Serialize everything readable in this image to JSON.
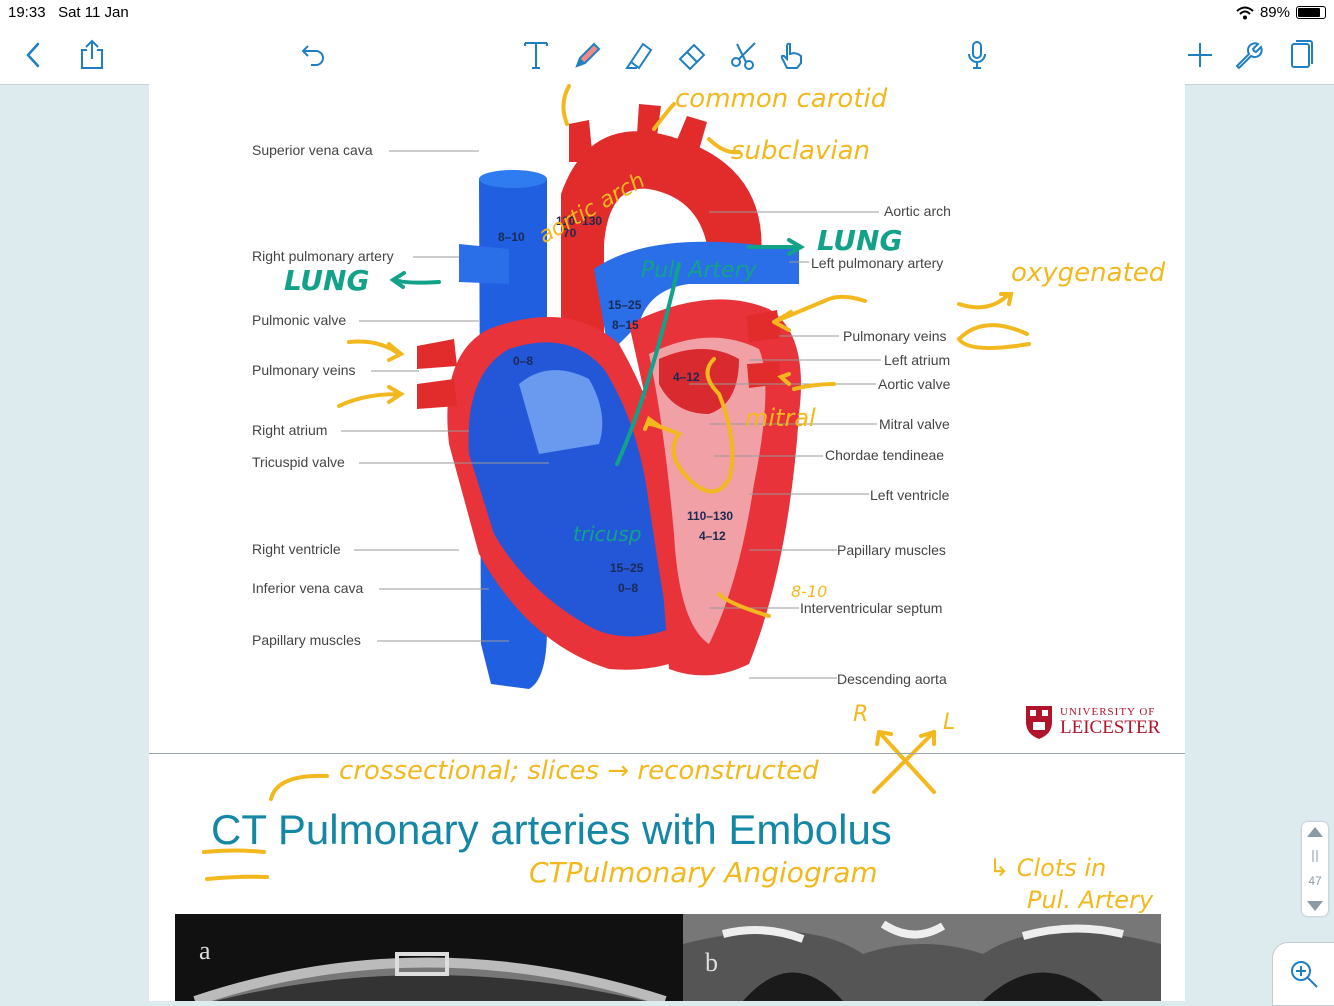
{
  "status": {
    "time": "19:33",
    "date": "Sat 11 Jan",
    "battery": "89%",
    "battery_fraction": 0.89
  },
  "toolbar": {
    "left": [
      "back-icon",
      "share-icon",
      "undo-icon"
    ],
    "tools": [
      "text-tool-icon",
      "pen-icon",
      "highlighter-icon",
      "eraser-icon",
      "lasso-scissors-icon",
      "hand-gesture-icon",
      "microphone-icon"
    ],
    "right": [
      "add-page-icon",
      "settings-wrench-icon",
      "page-view-icon"
    ]
  },
  "diagram": {
    "left_labels": [
      "Superior vena cava",
      "Right pulmonary artery",
      "Pulmonic valve",
      "Pulmonary veins",
      "Right atrium",
      "Tricuspid valve",
      "Right ventricle",
      "Inferior vena cava",
      "Papillary muscles"
    ],
    "right_labels": [
      "Aortic arch",
      "Left pulmonary artery",
      "Pulmonary veins",
      "Left atrium",
      "Aortic valve",
      "Mitral valve",
      "Chordae tendineae",
      "Left ventricle",
      "Papillary muscles",
      "Interventricular septum",
      "Descending aorta"
    ],
    "pressures": [
      "8–10",
      "110–130",
      "70",
      "15–25",
      "8–15",
      "0–8",
      "4–12",
      "110–130",
      "4–12",
      "15–25",
      "0–8"
    ]
  },
  "annotations": {
    "common_carotid": "common carotid",
    "subclavian": "subclavian",
    "aortic_arch": "aortic arch",
    "lung_right": "LUNG",
    "lung_left": "LUNG",
    "pul_artery": "Pul. Artery",
    "oxygenated": "oxygenated",
    "mitral": "mitral",
    "tricusp": "tricusp",
    "pressure_8_10": "8-10",
    "R": "R",
    "L": "L",
    "crossectional": "crossectional; slices → reconstructed",
    "ct_angiogram": "CTPulmonary Angiogram",
    "clots_line1": "↳ Clots in",
    "clots_line2": "Pul. Artery"
  },
  "logo": {
    "line1": "UNIVERSITY OF",
    "line2": "LEICESTER"
  },
  "slide": {
    "title": "CT Pulmonary arteries with Embolus",
    "image_a": "a",
    "image_b": "b"
  },
  "page_nav": {
    "page_total": "47"
  }
}
